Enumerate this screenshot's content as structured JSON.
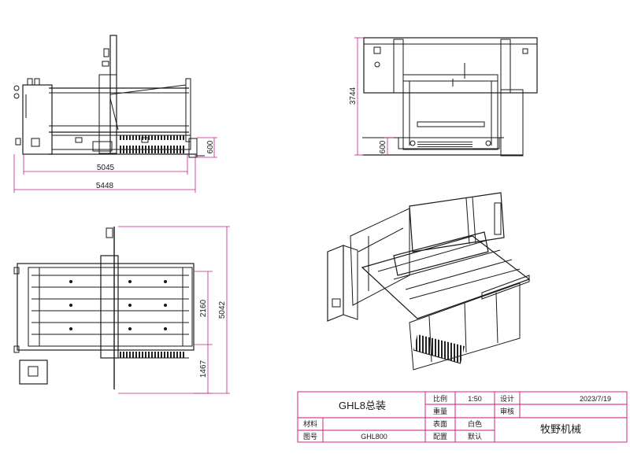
{
  "colors": {
    "dimension": "#c0208a",
    "machine": "#1a1a1a",
    "frame": "#d0107a"
  },
  "dimensions": {
    "side_width_1": "5045",
    "side_width_2": "5448",
    "side_height": "600",
    "front_height_total": "3744",
    "front_height_base": "600",
    "top_height_1": "2160",
    "top_height_2": "1467",
    "top_height_total": "5042"
  },
  "title_block": {
    "drawing_title": "GHL8总装",
    "scale_label": "比例",
    "scale_value": "1:50",
    "design_label": "设计",
    "design_date": "2023/7/19",
    "weight_label": "重量",
    "review_label": "审核",
    "material_label": "材料",
    "surface_label": "表面",
    "surface_value": "白色",
    "company": "牧野机械",
    "drawing_no_label": "图号",
    "drawing_no_value": "GHL800",
    "config_label": "配置",
    "config_value": "默认"
  }
}
